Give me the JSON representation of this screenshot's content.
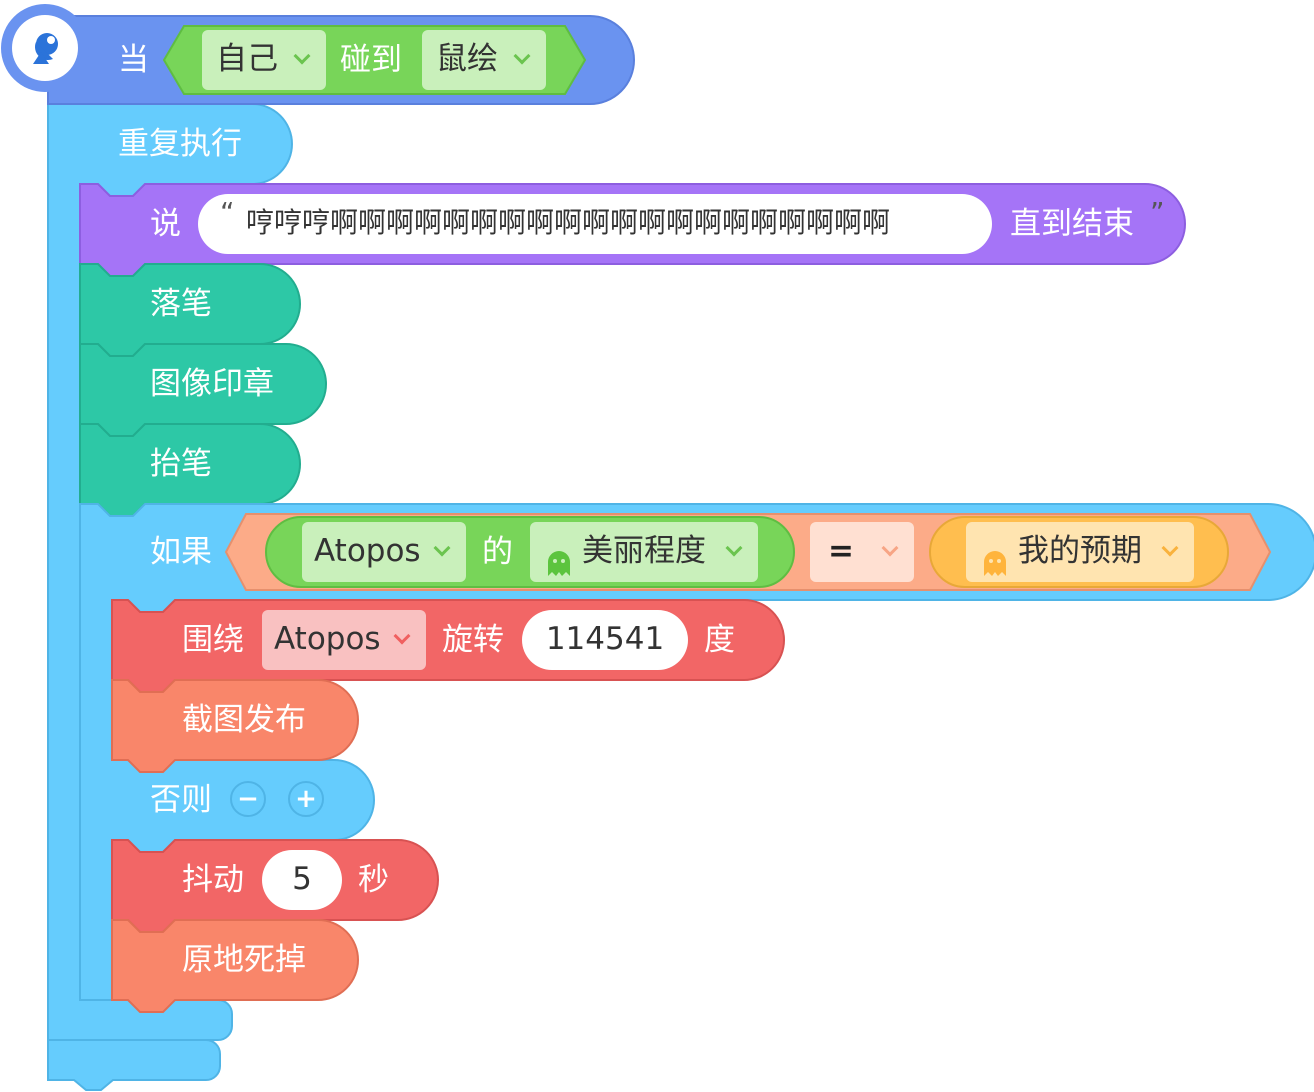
{
  "colors": {
    "event": "#6a93f0",
    "control": "#65ccfd",
    "looks": "#a574f7",
    "pen": "#2dc8a6",
    "sensing": "#78d559",
    "operator": "#fcab88",
    "data": "#ffbe4f",
    "motion_red": "#f26666",
    "action_orange": "#f9866a"
  },
  "event_block": {
    "icon": "satellite-dish-icon",
    "when_label": "当",
    "sprite_dropdown": "自己",
    "touch_label": "碰到",
    "target_dropdown": "鼠绘"
  },
  "repeat_block": {
    "label": "重复执行"
  },
  "say_block": {
    "label": "说",
    "message": "哼哼哼啊啊啊啊啊啊啊啊啊啊啊啊啊啊啊啊啊啊啊啊",
    "quote_open": "“",
    "quote_close": "”",
    "suffix": "直到结束"
  },
  "pen_down_block": {
    "label": "落笔"
  },
  "stamp_block": {
    "label": "图像印章"
  },
  "pen_up_block": {
    "label": "抬笔"
  },
  "if_block": {
    "if_label": "如果",
    "object_dropdown": "Atopos",
    "of_label": "的",
    "attribute_icon": "ghost-icon",
    "attribute_dropdown": "美丽程度",
    "operator_dropdown": "=",
    "variable_icon": "ghost-icon",
    "variable_dropdown": "我的预期",
    "else_label": "否则",
    "minus_label": "−",
    "plus_label": "+"
  },
  "rotate_block": {
    "prefix": "围绕",
    "object_dropdown": "Atopos",
    "rotate_label": "旋转",
    "degrees": "114541",
    "suffix": "度"
  },
  "screenshot_block": {
    "label": "截图发布"
  },
  "shake_block": {
    "label": "抖动",
    "seconds": "5",
    "suffix": "秒"
  },
  "die_block": {
    "label": "原地死掉"
  }
}
